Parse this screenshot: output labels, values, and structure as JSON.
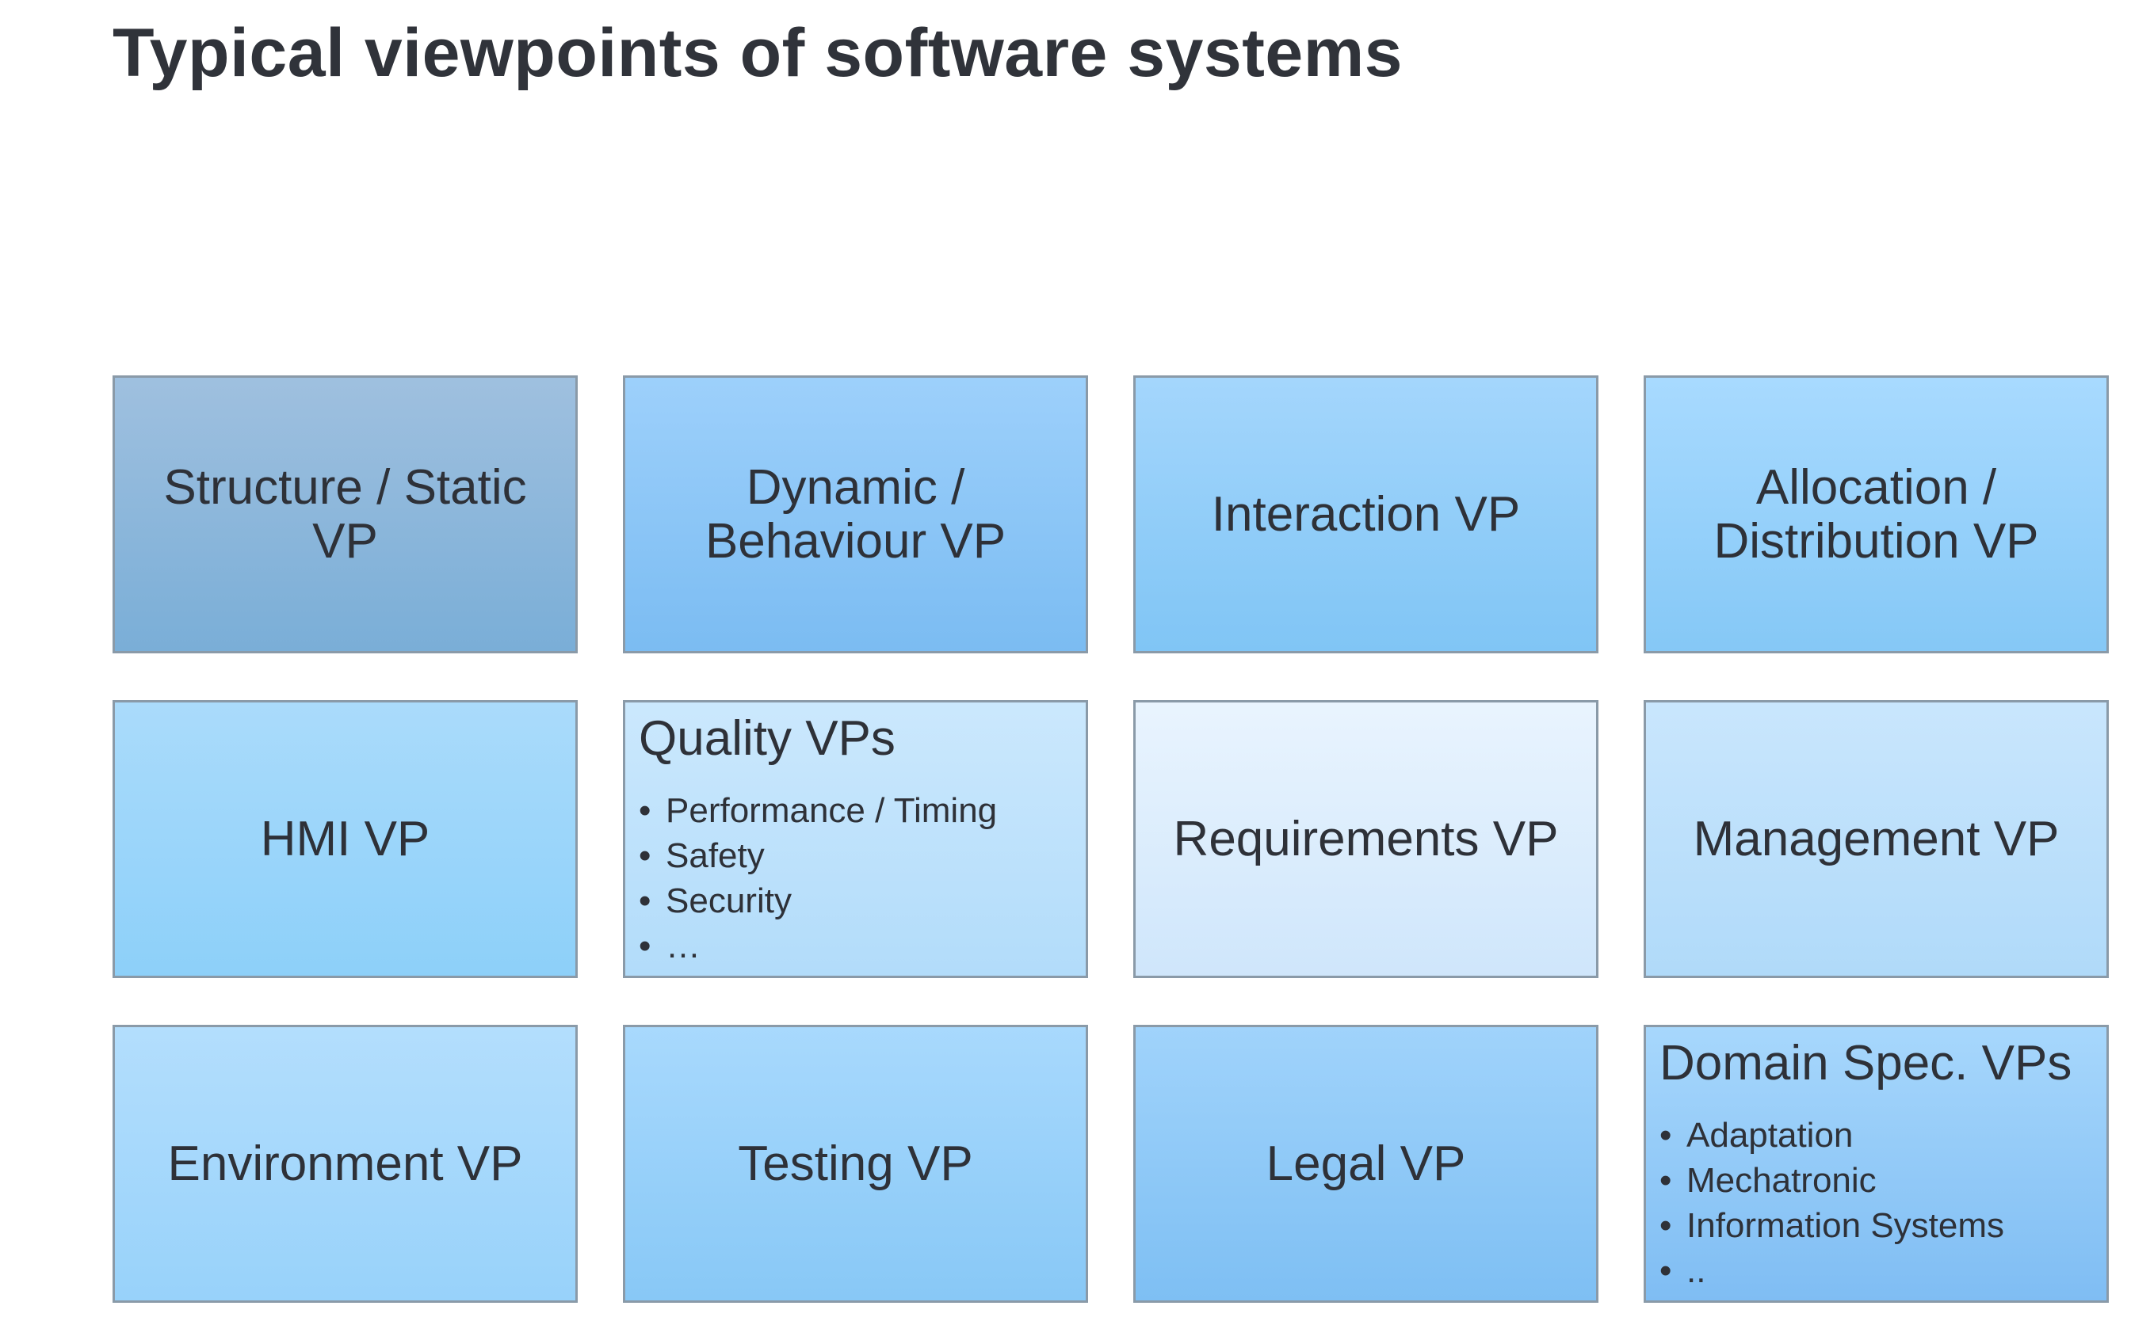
{
  "title": "Typical viewpoints of software systems",
  "tiles": [
    {
      "label": "Structure / Static VP"
    },
    {
      "label": "Dynamic / Behaviour VP"
    },
    {
      "label": "Interaction VP"
    },
    {
      "label": "Allocation / Distribution VP"
    },
    {
      "label": "HMI VP"
    },
    {
      "label": "Quality VPs",
      "items": [
        "Performance / Timing",
        "Safety",
        "Security",
        "…"
      ]
    },
    {
      "label": "Requirements VP"
    },
    {
      "label": "Management VP"
    },
    {
      "label": "Environment VP"
    },
    {
      "label": "Testing VP"
    },
    {
      "label": "Legal VP"
    },
    {
      "label": "Domain Spec. VPs",
      "items": [
        "Adaptation",
        "Mechatronic",
        "Information Systems",
        ".."
      ]
    }
  ],
  "bullet_glyph": "•"
}
